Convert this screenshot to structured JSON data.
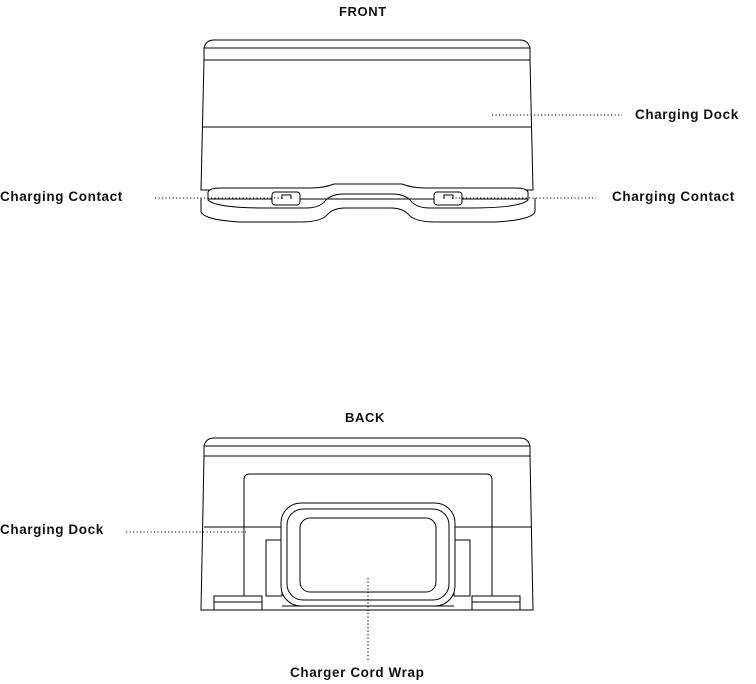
{
  "front": {
    "title": "FRONT",
    "labels": {
      "charging_dock": "Charging Dock",
      "charging_contact_left": "Charging Contact",
      "charging_contact_right": "Charging Contact"
    }
  },
  "back": {
    "title": "BACK",
    "labels": {
      "charging_dock": "Charging Dock",
      "charger_cord_wrap": "Charger Cord Wrap"
    }
  }
}
